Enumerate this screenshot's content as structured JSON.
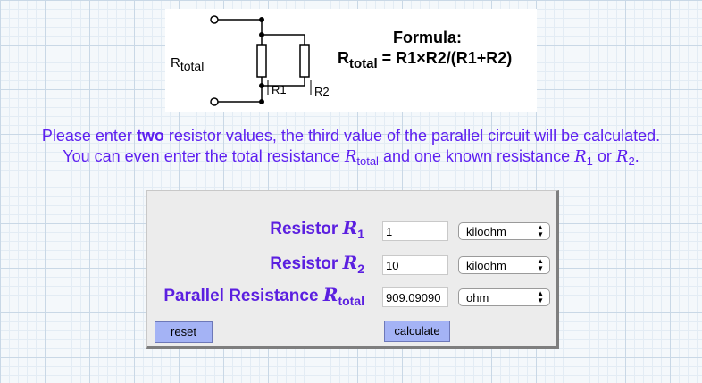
{
  "diagram": {
    "rtotal_label": {
      "main": "R",
      "sub": "total"
    },
    "r1_label": "R1",
    "r2_label": "R2",
    "formula_heading": "Formula:",
    "formula": {
      "lhs_main": "R",
      "lhs_sub": "total",
      "rhs": " = R1×R2/(R1+R2)"
    }
  },
  "instructions": {
    "line1_before": "Please enter ",
    "line1_bold": "two",
    "line1_after": " resistor values, the third value of the parallel circuit will be calculated.",
    "line2_before": "You can even enter the total resistance ",
    "line2_var_total": "R",
    "line2_var_total_sub": "total",
    "line2_mid": " and one known resistance ",
    "line2_var_r1": "R",
    "line2_var_r1_sub": "1",
    "line2_or": " or ",
    "line2_var_r2": "R",
    "line2_var_r2_sub": "2",
    "line2_end": "."
  },
  "form": {
    "rows": [
      {
        "label": "Resistor ",
        "var": "R",
        "sub": "1",
        "value": "1",
        "unit": "kiloohm"
      },
      {
        "label": "Resistor ",
        "var": "R",
        "sub": "2",
        "value": "10",
        "unit": "kiloohm"
      },
      {
        "label": "Parallel Resistance ",
        "var": "R",
        "sub": "total",
        "value": "909.09090",
        "unit": "ohm"
      }
    ],
    "reset_label": "reset",
    "calculate_label": "calculate"
  },
  "colors": {
    "instruction_text": "#5d1ff0",
    "label_text": "#5b1fe0",
    "button_bg": "#a4b3f5"
  }
}
